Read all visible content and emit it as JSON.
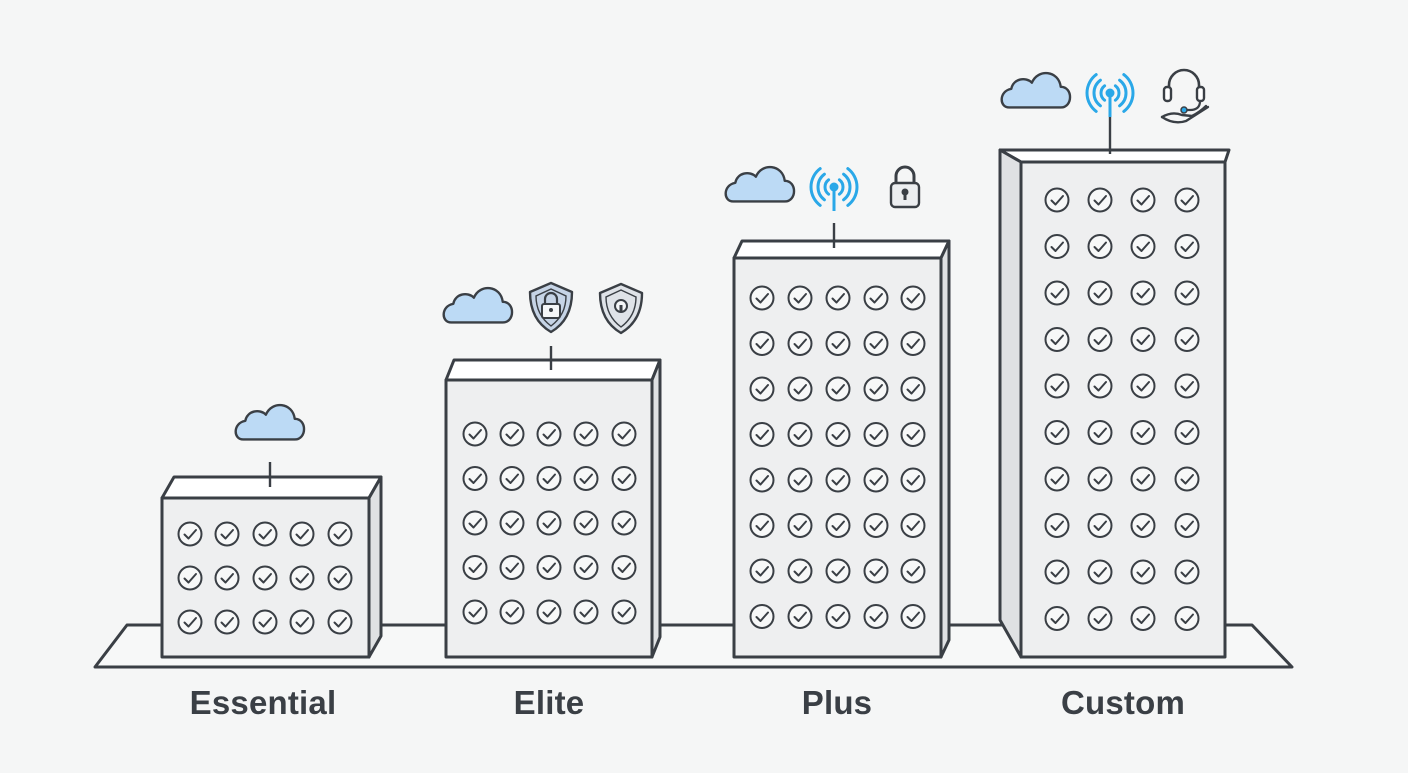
{
  "tiers": [
    {
      "label": "Essential",
      "rows": 3,
      "cols": 5,
      "icons": [
        "cloud-icon"
      ]
    },
    {
      "label": "Elite",
      "rows": 5,
      "cols": 5,
      "icons": [
        "cloud-icon",
        "shield-lock-icon",
        "shield-keyhole-icon"
      ]
    },
    {
      "label": "Plus",
      "rows": 8,
      "cols": 5,
      "icons": [
        "cloud-icon",
        "antenna-icon",
        "padlock-icon"
      ]
    },
    {
      "label": "Custom",
      "rows": 10,
      "cols": 4,
      "icons": [
        "cloud-icon",
        "antenna-icon",
        "headset-support-icon"
      ]
    }
  ],
  "colors": {
    "background": "#f5f6f6",
    "outline": "#3a3f45",
    "box_front": "#eeeff0",
    "box_top": "#ffffff",
    "box_side": "#dfe1e3",
    "cloud_fill": "#bcdaf5",
    "accent_blue": "#2aa8e8",
    "shield_fill": "#c6d4e6",
    "label_text": "#3a3f45"
  }
}
